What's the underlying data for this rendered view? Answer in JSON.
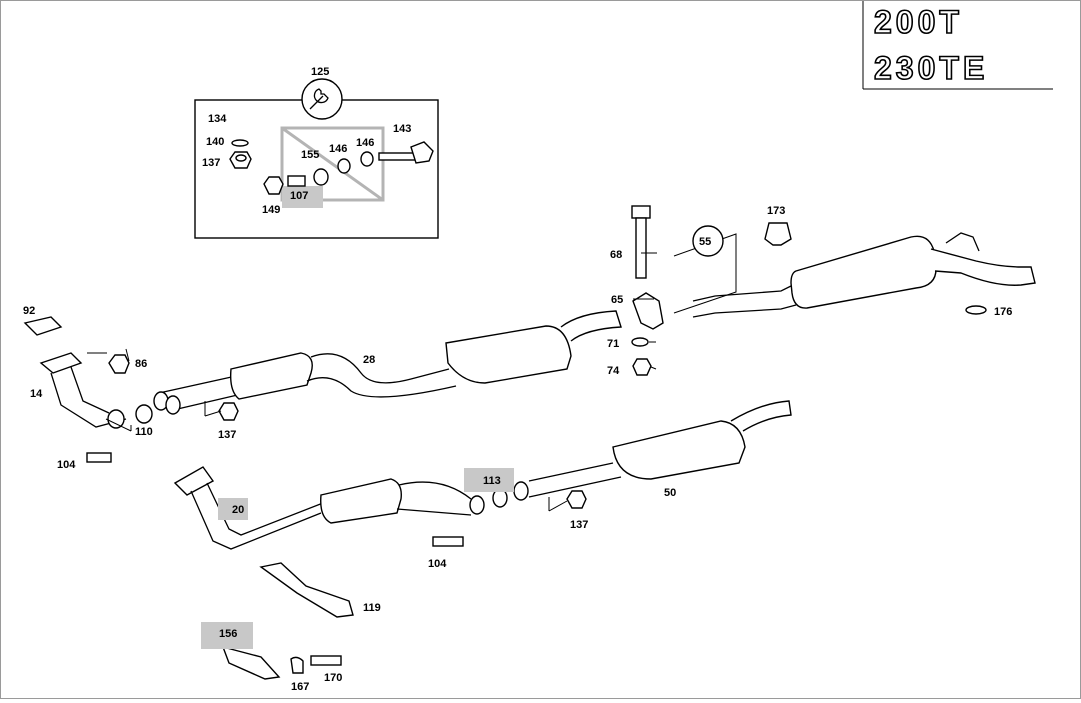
{
  "models": [
    "200T",
    "230TE"
  ],
  "parts": {
    "p125": "125",
    "p134": "134",
    "p140": "140",
    "p137a": "137",
    "p149": "149",
    "p155": "155",
    "p146a": "146",
    "p146b": "146",
    "p143": "143",
    "p107": "107",
    "p173": "173",
    "p68": "68",
    "p55": "55",
    "p65": "65",
    "p71": "71",
    "p74": "74",
    "p176": "176",
    "p92": "92",
    "p86": "86",
    "p14": "14",
    "p28": "28",
    "p110": "110",
    "p137b": "137",
    "p104a": "104",
    "p20": "20",
    "p113": "113",
    "p137c": "137",
    "p50": "50",
    "p104b": "104",
    "p119": "119",
    "p156": "156",
    "p167": "167",
    "p170": "170"
  }
}
